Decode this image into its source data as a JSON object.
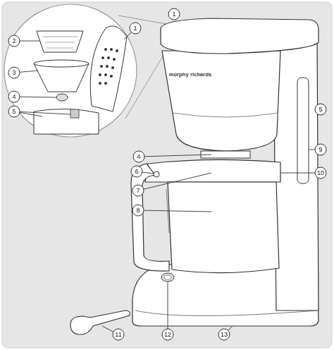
{
  "diagram": {
    "labels": [
      "1",
      "2",
      "1",
      "3",
      "morphy richards",
      "4",
      "5",
      "5",
      "4",
      "6",
      "9",
      "7",
      "10",
      "8",
      "11",
      "12",
      "13"
    ]
  }
}
